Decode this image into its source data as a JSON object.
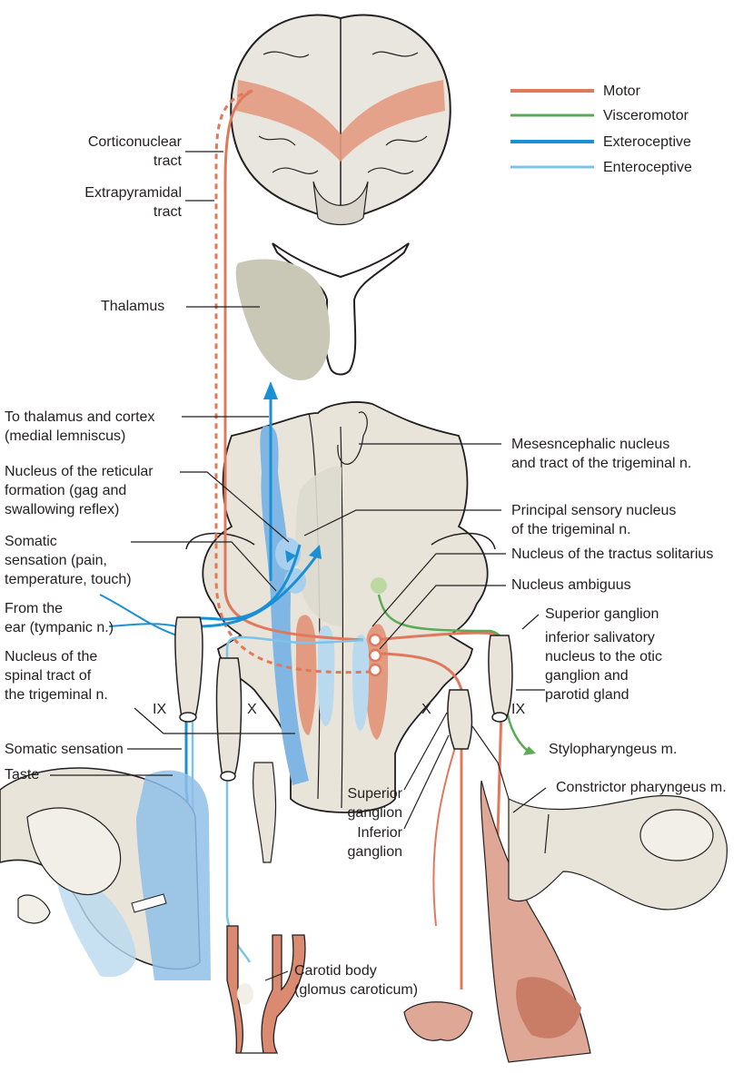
{
  "legend": {
    "items": [
      {
        "label": "Motor",
        "color": "#e0785c"
      },
      {
        "label": "Visceromotor",
        "color": "#5bab56"
      },
      {
        "label": "Exteroceptive",
        "color": "#1a8fd4"
      },
      {
        "label": "Enteroceptive",
        "color": "#7cc4e6"
      }
    ]
  },
  "labels_left": {
    "corticonuclear": "Corticonuclear\ntract",
    "extrapyramidal": "Extrapyramidal\ntract",
    "thalamus": "Thalamus",
    "to_thalamus": "To thalamus and cortex\n(medial lemniscus)",
    "reticular": "Nucleus of the reticular\nformation (gag and\nswallowing reflex)",
    "somatic_pain": "Somatic\nsensation (pain,\ntemperature, touch)",
    "from_ear": "From the\near (tympanic n.)",
    "spinal_tract": "Nucleus of the\nspinal tract of\nthe trigeminal n.",
    "somatic_sensation": "Somatic sensation",
    "taste": "Taste"
  },
  "labels_right": {
    "mesencephalic": "Mesesncephalic nucleus\nand tract of the trigeminal n.",
    "principal_sensory": "Principal sensory nucleus\nof the trigeminal n.",
    "solitarius": "Nucleus of the tractus solitarius",
    "ambiguus": "Nucleus ambiguus",
    "superior_ganglion_r": "Superior ganglion",
    "salivatory": "inferior salivatory\nnucleus to the otic\nganglion and\nparotid gland",
    "stylopharyngeus": "Stylopharyngeus m.",
    "constrictor": "Constrictor pharyngeus m."
  },
  "labels_center": {
    "superior_ganglion": "Superior\nganglion",
    "inferior_ganglion": "Inferior\nganglion",
    "carotid_body": "Carotid body\n(glomus caroticum)"
  },
  "nerve_labels": {
    "ix_left": "IX",
    "x_left": "X",
    "x_right": "X",
    "ix_right": "IX"
  }
}
